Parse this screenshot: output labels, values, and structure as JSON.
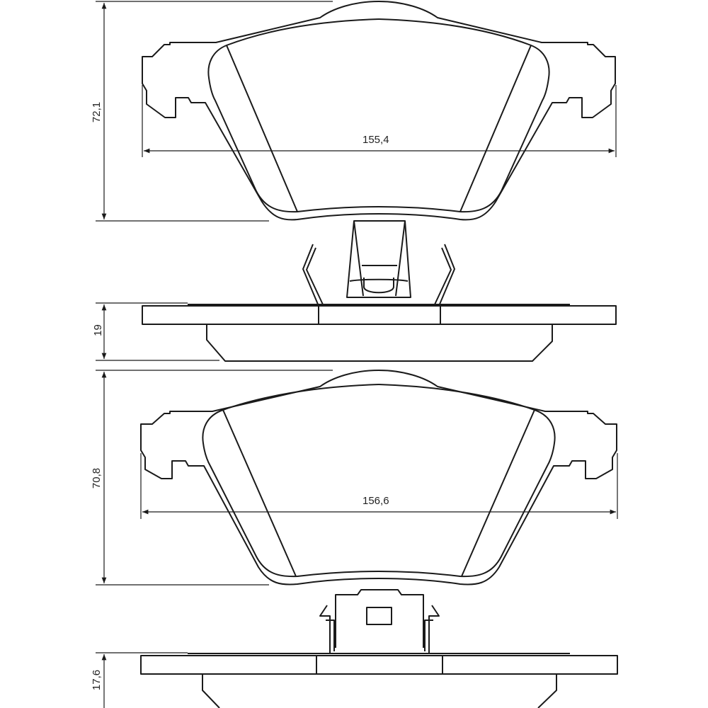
{
  "top_pad": {
    "height_label": "72,1",
    "width_label": "155,4",
    "thickness_label": "19"
  },
  "bottom_pad": {
    "height_label": "70,8",
    "width_label": "156,6",
    "thickness_label": "17,6"
  },
  "colors": {
    "line": "#1a1a1a",
    "background": "#ffffff"
  }
}
